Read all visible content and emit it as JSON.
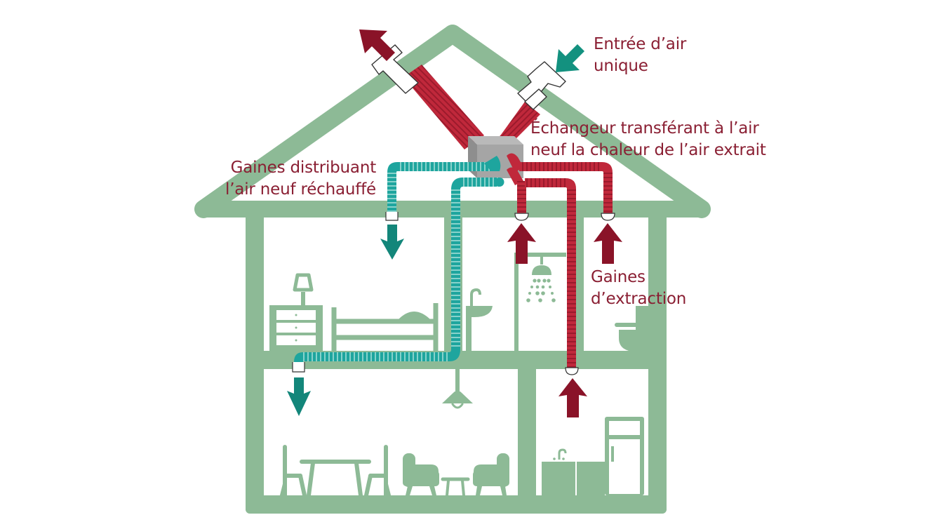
{
  "title": "Ventilation double flux – schéma de principe",
  "colors": {
    "house": "#8dba96",
    "fresh_air": "#1a9a94",
    "fresh_arrow": "#0e8676",
    "extract_air": "#c0283b",
    "extract_arrow": "#8a1328",
    "exchanger": "#a4a4a4",
    "label_text": "#8a1f33"
  },
  "labels": {
    "air_inlet": {
      "line1": "Entrée d’air",
      "line2": "unique"
    },
    "exchanger": {
      "line1": "Échangeur transférant à l’air",
      "line2": "neuf la chaleur de l’air extrait"
    },
    "supply_ducts": {
      "line1": "Gaines distribuant",
      "line2": "l’air neuf réchauffé"
    },
    "extract_ducts": {
      "line1": "Gaines",
      "line2": "d’extraction"
    }
  },
  "components": {
    "exhaust_outlet": "exhaust-outlet",
    "fresh_inlet": "fresh-inlet",
    "heat_exchanger": "heat-exchanger",
    "supply_vents": [
      "bedroom-supply-vent",
      "living-room-supply-vent"
    ],
    "extract_vents": [
      "bathroom-extract-vent",
      "wc-extract-vent",
      "kitchen-extract-vent"
    ]
  },
  "rooms": [
    "bedroom",
    "bathroom",
    "wc",
    "living-room",
    "kitchen"
  ],
  "icons": [
    "nightstand-lamp",
    "bed",
    "washbasin",
    "shower",
    "toilet",
    "ceiling-lamp",
    "dining-table",
    "chairs",
    "armchairs",
    "coffee-table",
    "kitchen-sink",
    "fridge"
  ]
}
